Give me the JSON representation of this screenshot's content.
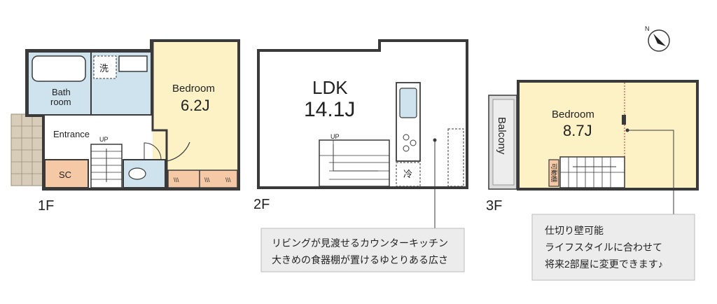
{
  "floors": {
    "f1": {
      "label": "1F",
      "bath": {
        "line1": "Bath",
        "line2": "room"
      },
      "laundry": "洗",
      "entrance": "Entrance",
      "sc": "SC",
      "up": "UP",
      "bedroom": {
        "name": "Bedroom",
        "size": "6.2J"
      }
    },
    "f2": {
      "label": "2F",
      "ldk": {
        "name": "LDK",
        "size": "14.1J"
      },
      "up": "UP",
      "fridge": "冷",
      "note": {
        "line1": "リビングが見渡せるカウンターキッチン",
        "line2": "大きめの食器棚が置けるゆとりある広さ"
      }
    },
    "f3": {
      "label": "3F",
      "balcony": "Balcony",
      "bedroom": {
        "name": "Bedroom",
        "size": "8.7J"
      },
      "shelf": "可動棚",
      "note": {
        "line1": "仕切り壁可能",
        "line2": "ライフスタイルに合わせて",
        "line3": "将来2部屋に変更できます♪"
      }
    }
  },
  "compass": {
    "label": "N"
  },
  "colors": {
    "wall": "#3a3a3a",
    "bedroom_fill": "#fdf1c6",
    "wet_fill": "#cfe3ef",
    "storage_fill": "#f6c9a6",
    "tile_fill": "#d8cdb8",
    "note_fill": "#ececec",
    "balcony_fill": "#dcdcdc"
  }
}
